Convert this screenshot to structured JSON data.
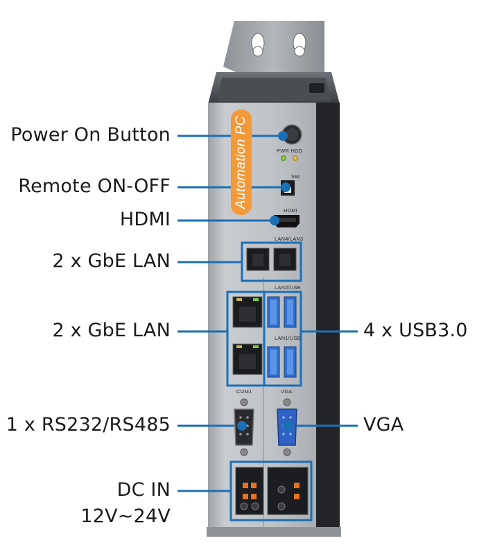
{
  "callouts": {
    "power_button": "Power On Button",
    "remote_switch": "Remote ON-OFF",
    "hdmi": "HDMI",
    "lan_top": "2 x GbE LAN",
    "lan_bottom": "2 x GbE LAN",
    "usb": "4 x USB3.0",
    "serial": "1 x RS232/RS485",
    "vga": "VGA",
    "dc_in_line1": "DC IN",
    "dc_in_line2": "12V~24V"
  },
  "device": {
    "brand_text": "Automation PC",
    "panel_labels": {
      "pwr_hdd": "PWR HDD",
      "sw": "SW",
      "hdmi": "HDMI",
      "lan43": "LAN4/LAN3",
      "lan2usb": "LAN2/USB",
      "lan1usb": "LAN1/USB",
      "com1": "COM1",
      "vga": "VGA"
    }
  },
  "colors": {
    "callout_blue": "#1a6fb5",
    "chassis_silver": "#b9bcc0",
    "brand_orange": "#f29a3a",
    "usb_blue": "#2e6fd0"
  }
}
